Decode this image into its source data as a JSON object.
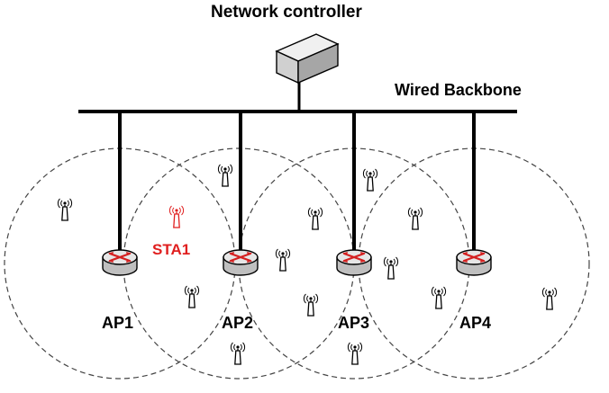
{
  "title": "Network controller",
  "backbone_label": "Wired Backbone",
  "access_points": [
    {
      "label": "AP1"
    },
    {
      "label": "AP2"
    },
    {
      "label": "AP3"
    },
    {
      "label": "AP4"
    }
  ],
  "highlighted_station": {
    "label": "STA1",
    "color": "#e01f1f"
  },
  "colors": {
    "line": "#000000",
    "coverage": "#444444",
    "router_arrow": "#d42020",
    "router_body": "#d9d9d9"
  },
  "icons": [
    "server-icon",
    "router-icon",
    "antenna-icon"
  ]
}
